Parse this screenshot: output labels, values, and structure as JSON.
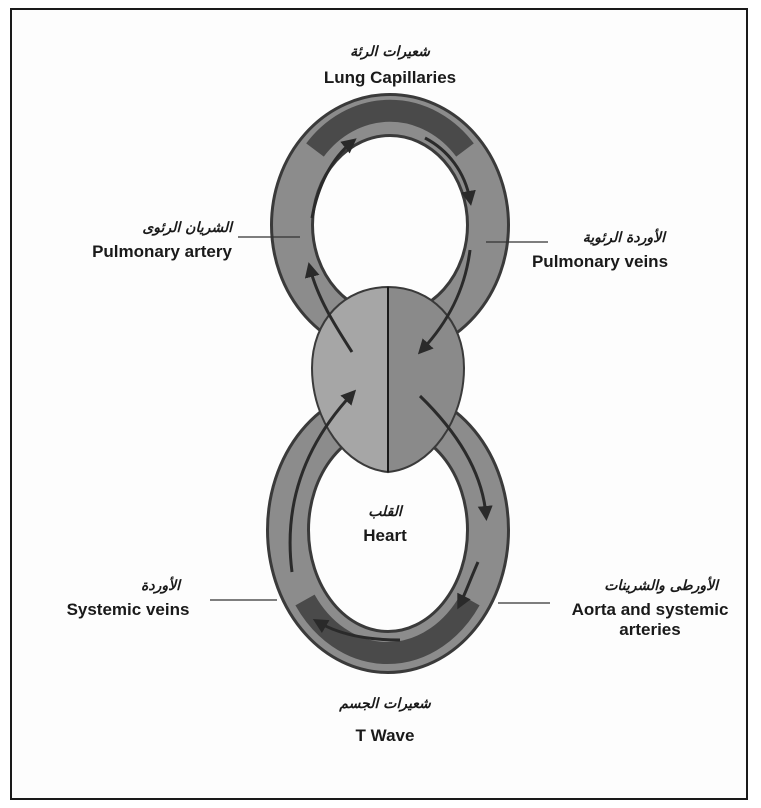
{
  "labels": {
    "lung_capillaries": {
      "ar": "شعيرات الرئة",
      "en": "Lung Capillaries"
    },
    "pulmonary_artery": {
      "ar": "الشريان الرئوى",
      "en": "Pulmonary artery"
    },
    "pulmonary_veins": {
      "ar": "الأوردة الرئوية",
      "en": "Pulmonary veins"
    },
    "heart": {
      "ar": "القلب",
      "en": "Heart"
    },
    "systemic_veins": {
      "ar": "الأوردة",
      "en": "Systemic veins"
    },
    "aorta": {
      "ar": "الأورطى والشرينات",
      "en_line1": "Aorta and systemic",
      "en_line2": "arteries"
    },
    "body_capillaries": {
      "ar": "شعيرات الجسم",
      "en": "T Wave"
    }
  },
  "colors": {
    "vessel_outline": "#3a3a3a",
    "vessel_fill": "#8c8c8c",
    "flow_band": "#4a4a4a",
    "heart_left": "#a6a6a6",
    "heart_right": "#8a8a8a",
    "leader_line": "#333333"
  }
}
